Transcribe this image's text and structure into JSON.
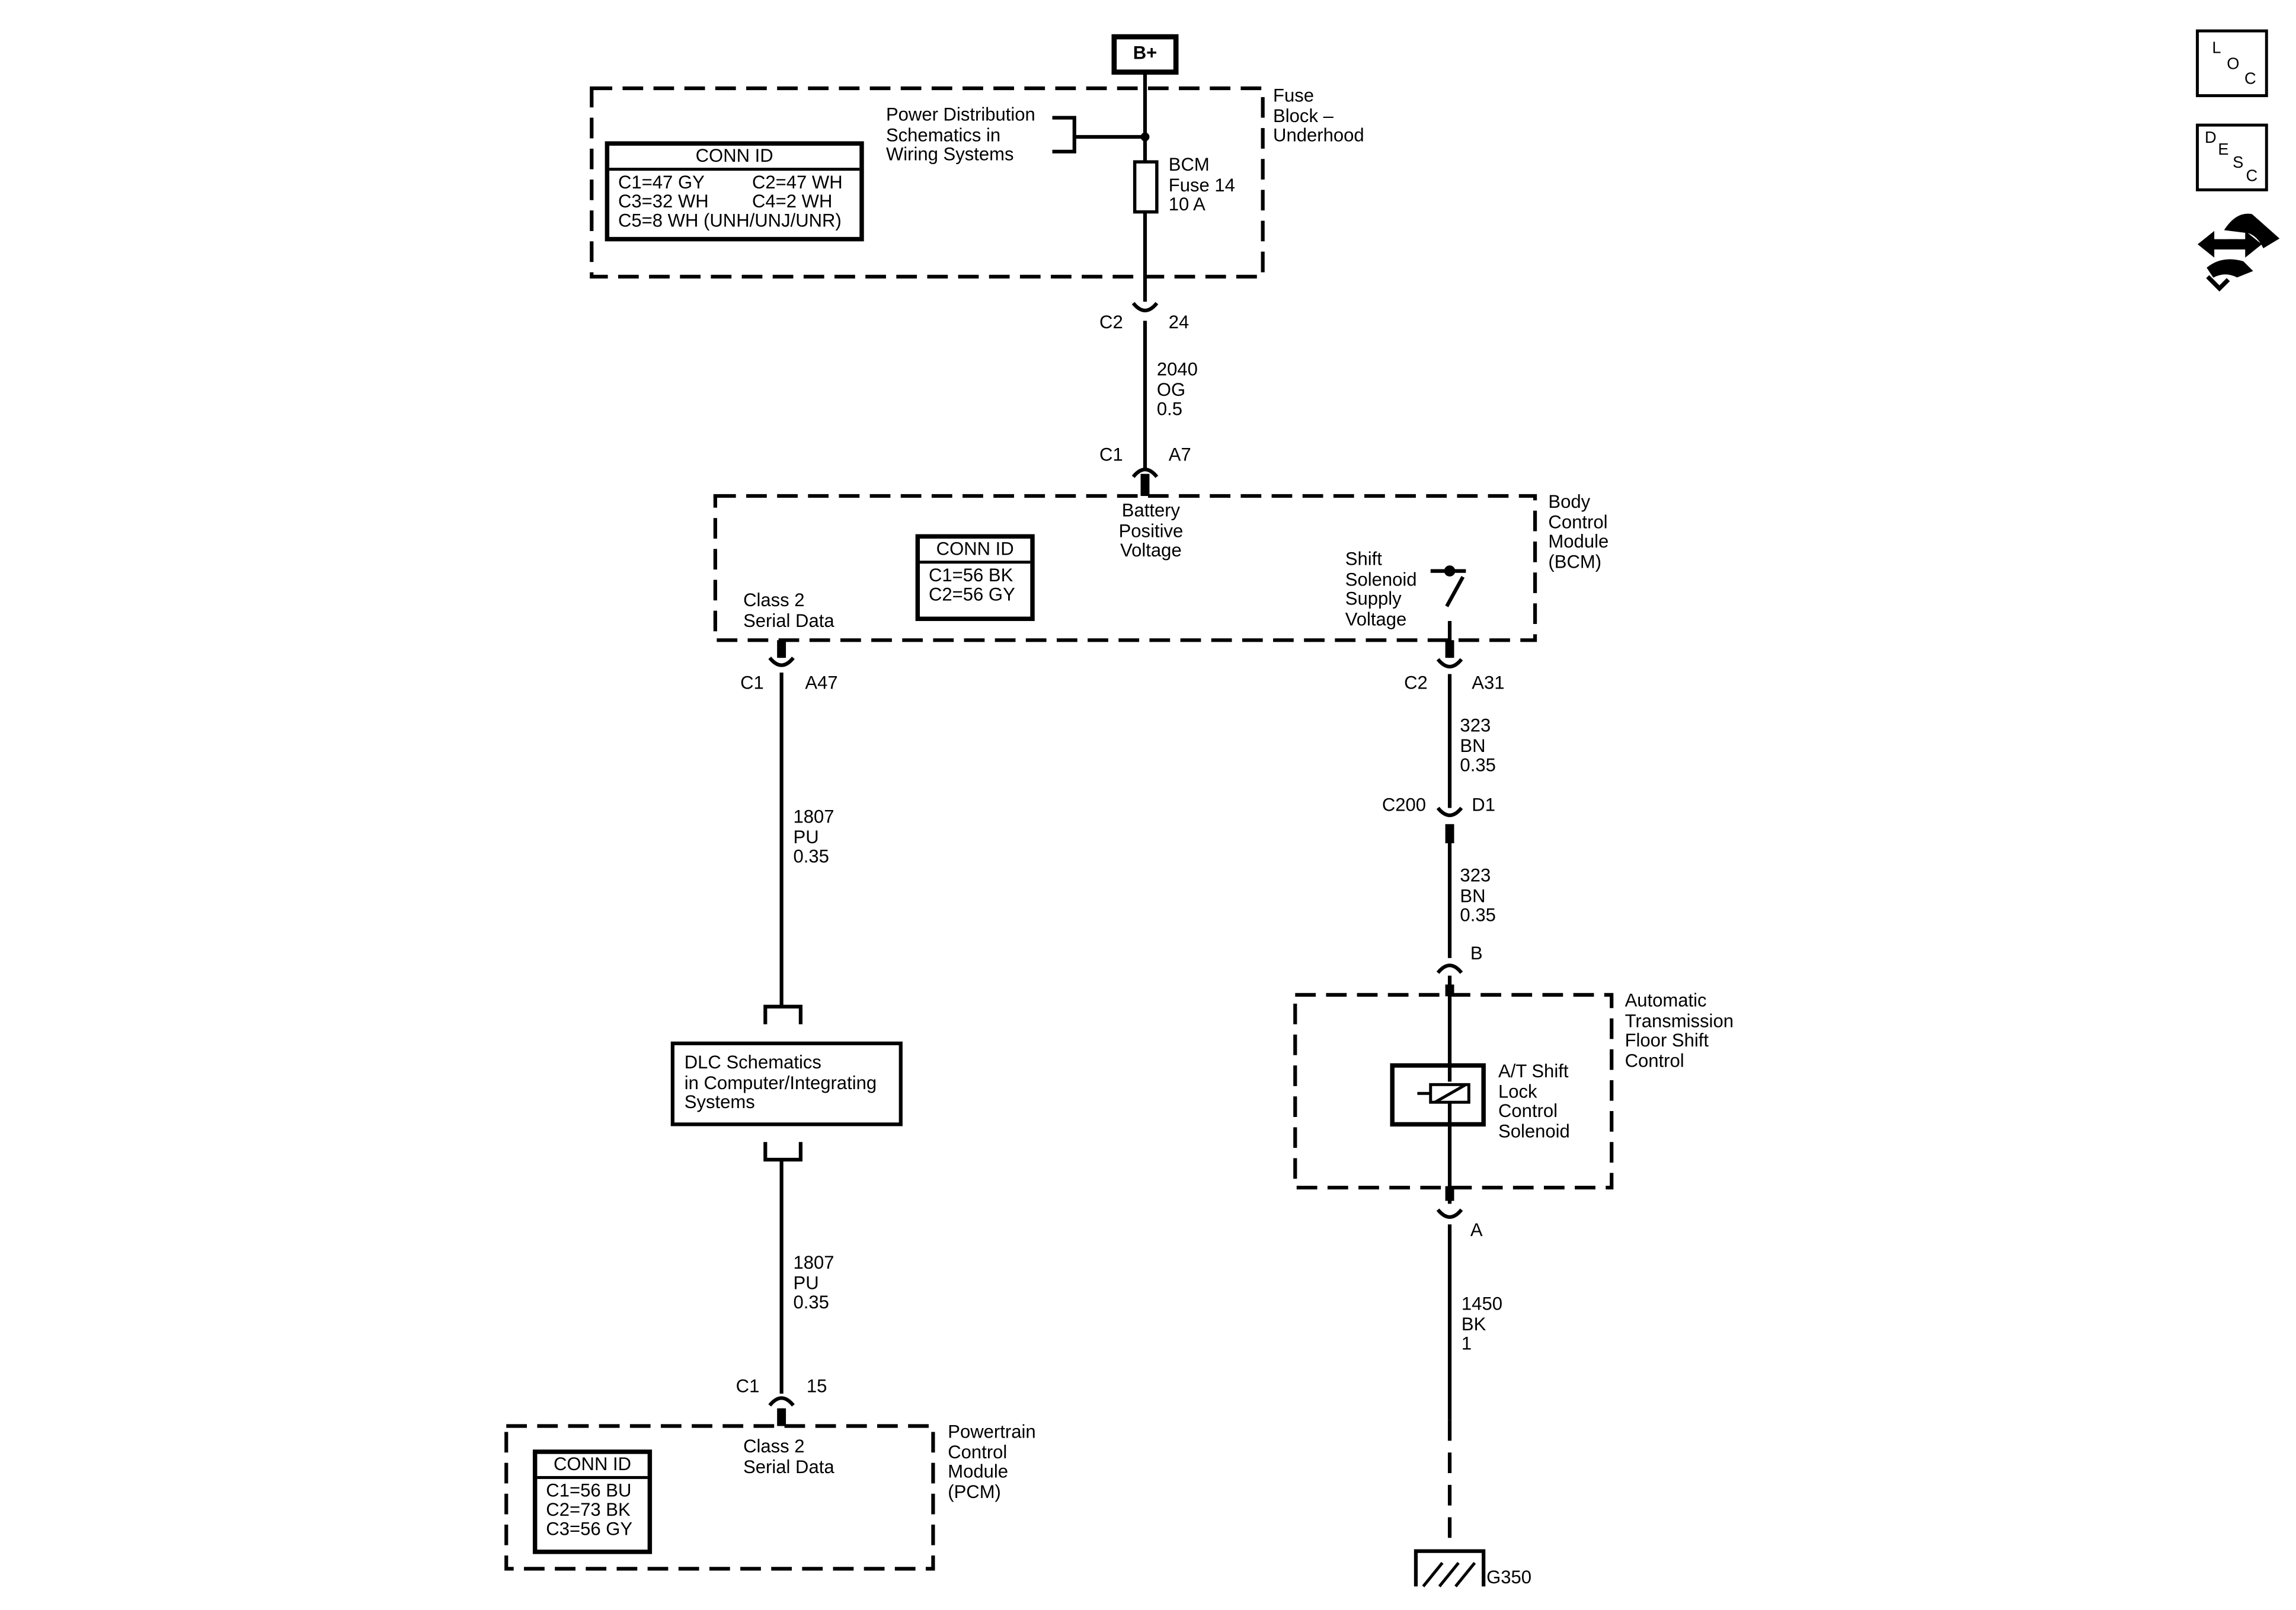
{
  "battery": {
    "label": "B+"
  },
  "fuse_block": {
    "name": "Fuse\nBlock –\nUnderhood",
    "conn_id": {
      "title": "CONN ID",
      "rows": [
        "C1=47 GY",
        "C2=47 WH",
        "C3=32 WH",
        "C4=2 WH",
        "C5=8 WH (UNH/UNJ/UNR)"
      ]
    },
    "power_ref": "Power Distribution\nSchematics in\nWiring Systems",
    "fuse": "BCM\nFuse 14\n10 A",
    "connector": {
      "conn": "C2",
      "pin": "24"
    }
  },
  "wire_2040": "2040\nOG\n0.5",
  "bcm": {
    "name": "Body\nControl\nModule\n(BCM)",
    "input_connector": {
      "conn": "C1",
      "pin": "A7"
    },
    "battery_label": "Battery\nPositive\nVoltage",
    "conn_id": {
      "title": "CONN ID",
      "rows": [
        "C1=56 BK",
        "C2=56 GY"
      ]
    },
    "class2_label": "Class 2\nSerial Data",
    "shift_label": "Shift\nSolenoid\nSupply\nVoltage",
    "connector_left": {
      "conn": "C1",
      "pin": "A47"
    },
    "connector_right": {
      "conn": "C2",
      "pin": "A31"
    }
  },
  "wire_1807_upper": "1807\nPU\n0.35",
  "wire_323_upper": "323\nBN\n0.35",
  "c200": {
    "conn": "C200",
    "pin": "D1"
  },
  "wire_323_lower": "323\nBN\n0.35",
  "dlc": {
    "label": "DLC Schematics\nin Computer/Integrating\nSystems"
  },
  "wire_1807_lower": "1807\nPU\n0.35",
  "pcm": {
    "name": "Powertrain\nControl\nModule\n(PCM)",
    "connector": {
      "conn": "C1",
      "pin": "15"
    },
    "class2_label": "Class 2\nSerial Data",
    "conn_id": {
      "title": "CONN ID",
      "rows": [
        "C1=56 BU",
        "C2=73 BK",
        "C3=56 GY"
      ]
    }
  },
  "shift_control": {
    "name": "Automatic\nTransmission\nFloor Shift\nControl",
    "pin_top": "B",
    "pin_bottom": "A",
    "solenoid_label": "A/T Shift\nLock\nControl\nSolenoid"
  },
  "wire_1450": "1450\nBK\n1",
  "ground": {
    "label": "G350"
  },
  "nav": {
    "loc": {
      "a": "L",
      "b": "O",
      "c": "C"
    },
    "desc": {
      "a": "D",
      "b": "E",
      "c": "S",
      "d": "C"
    },
    "connector_icon": "connector-end-view-icon"
  }
}
